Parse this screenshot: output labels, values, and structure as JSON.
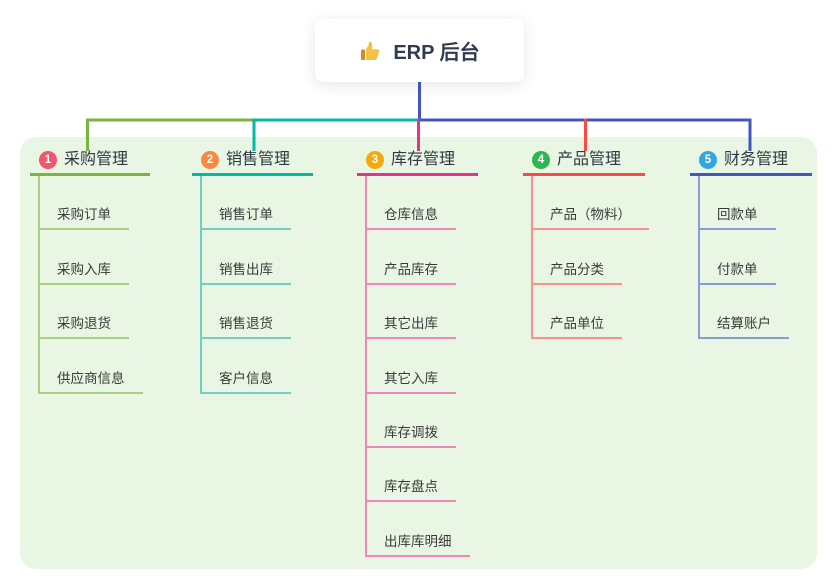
{
  "root_node": {
    "label": "ERP 后台",
    "icon": "thumbs-up",
    "icon_color": "#F3C244"
  },
  "panel_background": "#EAF6E4",
  "root_connector_color": "#4156C2",
  "branches": [
    {
      "num": "1",
      "label": "采购管理",
      "badge_color": "#F1566D",
      "line_color": "#7CB342",
      "sub_line_color": "#A6D183",
      "items": [
        "采购订单",
        "采购入库",
        "采购退货",
        "供应商信息"
      ]
    },
    {
      "num": "2",
      "label": "销售管理",
      "badge_color": "#F78A3D",
      "line_color": "#00BBA4",
      "sub_line_color": "#72CFC1",
      "items": [
        "销售订单",
        "销售出库",
        "销售退货",
        "客户信息"
      ]
    },
    {
      "num": "3",
      "label": "库存管理",
      "badge_color": "#F2A90E",
      "line_color": "#E5348F",
      "sub_line_color": "#F285BC",
      "items": [
        "仓库信息",
        "产品库存",
        "其它出库",
        "其它入库",
        "库存调拨",
        "库存盘点",
        "出库库明细"
      ]
    },
    {
      "num": "4",
      "label": "产品管理",
      "badge_color": "#2EB750",
      "line_color": "#F94B44",
      "sub_line_color": "#FA918D",
      "items": [
        "产品（物料）",
        "产品分类",
        "产品单位"
      ]
    },
    {
      "num": "5",
      "label": "财务管理",
      "badge_color": "#33A6DE",
      "line_color": "#4156C2",
      "sub_line_color": "#8B9BD7",
      "items": [
        "回款单",
        "付款单",
        "结算账户"
      ]
    }
  ]
}
